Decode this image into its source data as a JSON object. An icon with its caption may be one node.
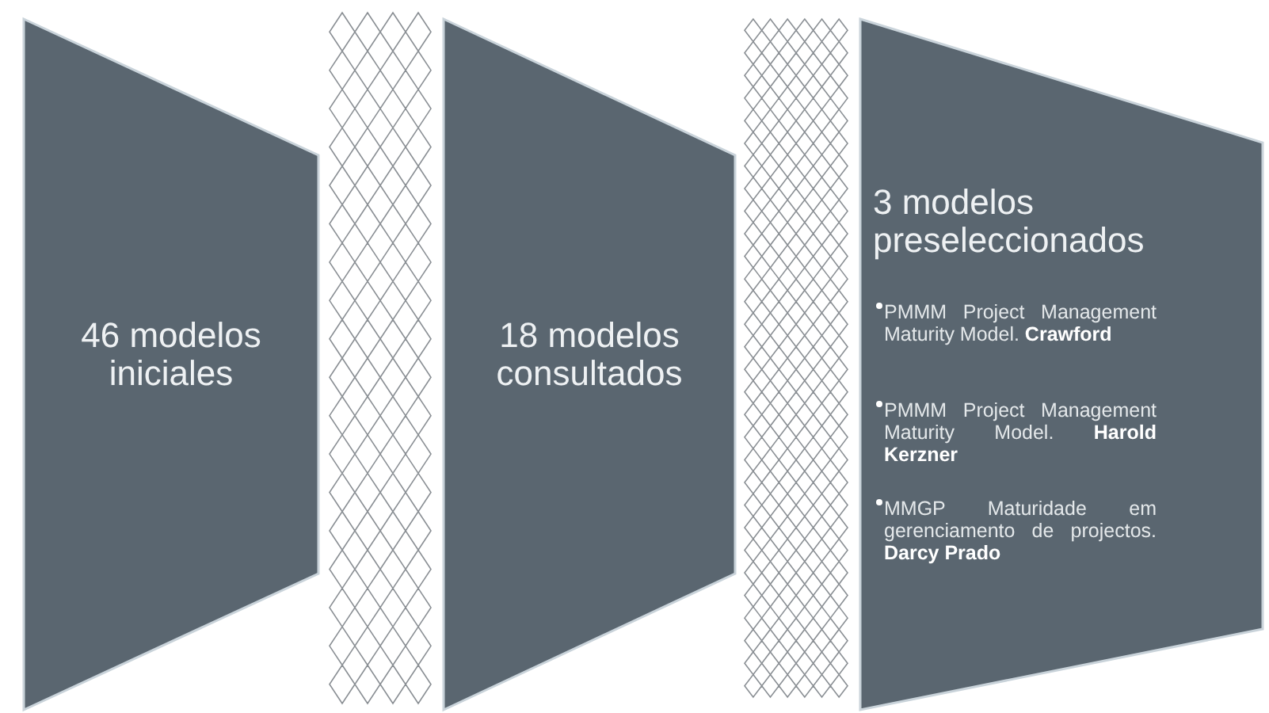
{
  "diagram": {
    "nodes": [
      {
        "text": [
          "46 modelos iniciales"
        ]
      },
      {
        "text": [
          "18 modelos consultados"
        ]
      },
      {
        "text": [
          "3 modelos preseleccionados",
          "PMMM Project Management Maturity Model. **Crawford**",
          "PMMM Project Management Maturity Model. **Harold Kerzner**",
          "MMGP Maturidade em gerenciamento de projectos. **Darcy Prado**"
        ]
      }
    ]
  }
}
